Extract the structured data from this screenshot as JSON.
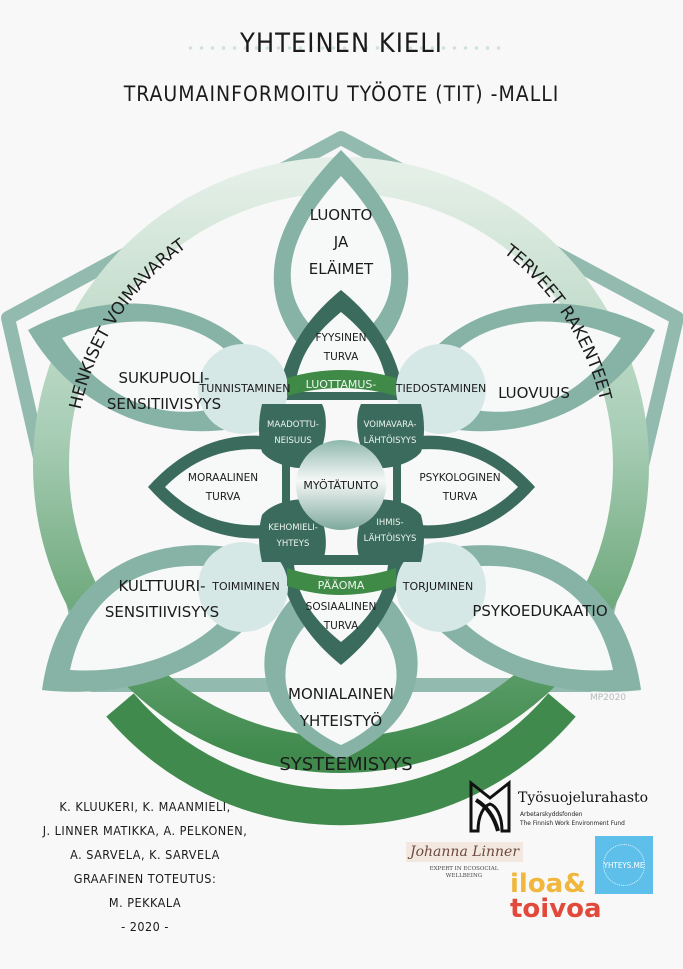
{
  "header": {
    "title": "YHTEINEN KIELI",
    "subtitle": "TRAUMAINFORMOITU TYÖOTE (TIT) -MALLI"
  },
  "outer_ring": {
    "top_left": "HENKISET VOIMAVARAT",
    "top_right": "TERVEET RAKENTEET",
    "bottom": "SYSTEEMISYYS"
  },
  "outer_petals": {
    "top": [
      "LUONTO",
      "JA",
      "ELÄIMET"
    ],
    "upper_left": [
      "SUKUPUOLI-",
      "SENSITIIVISYYS"
    ],
    "upper_right": [
      "LUOVUUS"
    ],
    "lower_left": [
      "KULTTUURI-",
      "SENSITIIVISYYS"
    ],
    "lower_right": [
      "PSYKOEDUKAATIO"
    ],
    "bottom": [
      "MONIALAINEN",
      "YHTEISTYÖ"
    ]
  },
  "circles": {
    "upper_left": "TUNNISTAMINEN",
    "upper_right": "TIEDOSTAMINEN",
    "lower_left": "TOIMIMINEN",
    "lower_right": "TORJUMINEN",
    "center": "MYÖTÄTUNTO"
  },
  "bands": {
    "top": "LUOTTAMUS-",
    "bottom": "PÄÄOMA"
  },
  "inner_petals": {
    "top": [
      "FYYSINEN",
      "TURVA"
    ],
    "left": [
      "MORAALINEN",
      "TURVA"
    ],
    "right": [
      "PSYKOLOGINEN",
      "TURVA"
    ],
    "bottom": [
      "SOSIAALINEN",
      "TURVA"
    ]
  },
  "leaves": {
    "upper_left": [
      "MAADOTTU-",
      "NEISUUS"
    ],
    "upper_right": [
      "VOIMAVARA-",
      "LÄHTÖISYYS"
    ],
    "lower_left": [
      "KEHOMIELI-",
      "YHTEYS"
    ],
    "lower_right": [
      "IHMIS-",
      "LÄHTÖISYYS"
    ]
  },
  "signature": "MP2020",
  "credits": [
    "K. KLUUKERI, K. MAANMIELI,",
    "J. LINNER MATIKKA, A. PELKONEN,",
    "A. SARVELA, K. SARVELA",
    "GRAAFINEN TOTEUTUS:",
    "M. PEKKALA",
    "- 2020 -"
  ],
  "logos": {
    "tsr": {
      "name": "Työsuojelurahasto",
      "sub1": "Arbetarskyddsfonden",
      "sub2": "The Finnish Work Environment Fund"
    },
    "johanna": {
      "signature": "Johanna Linner",
      "tagline": "EXPERT IN ECOSOCIAL WELLBEING"
    },
    "iloa": {
      "line1": "iloa&",
      "line2": "toivoa"
    },
    "yhteys": "YHTEYS.ME"
  },
  "colors": {
    "dark_green": "#3b6b5c",
    "mid_green": "#86b3a5",
    "bright_green": "#3f8a46",
    "ring_light": "#c8e0d0",
    "ring_dark": "#4d9358",
    "circle_fill": "#d6e8e6",
    "petal_fill": "#f7f9f8"
  }
}
